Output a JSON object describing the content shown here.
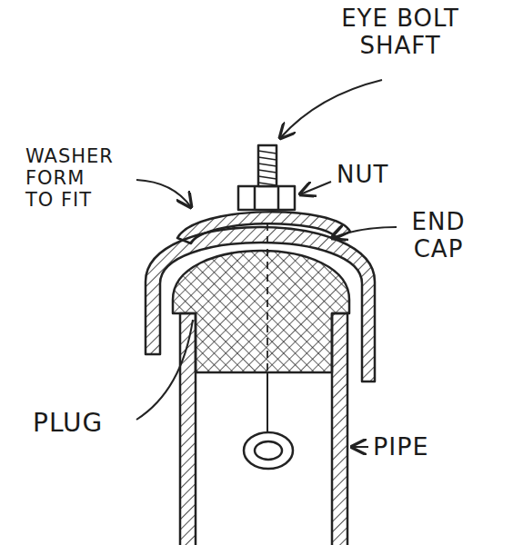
{
  "diagram": {
    "labels": [
      "EYE BOLT SHAFT",
      "NUT",
      "WASHER FORM TO FIT",
      "END CAP",
      "PLUG",
      "PIPE"
    ]
  }
}
